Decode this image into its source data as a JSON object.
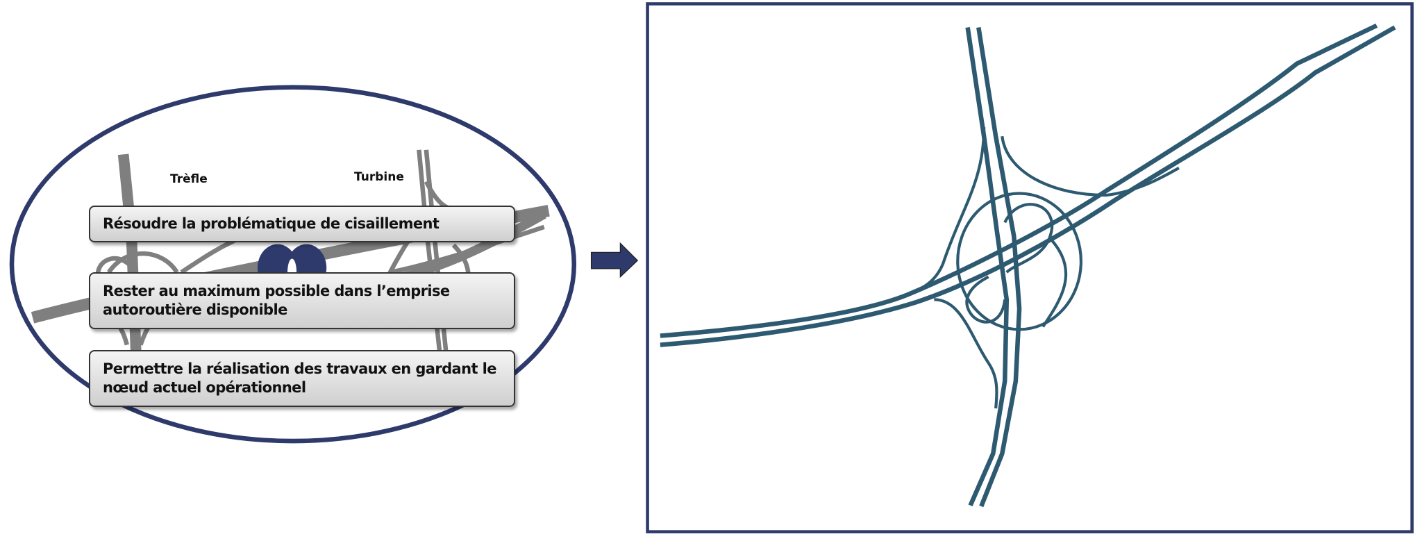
{
  "left_panel": {
    "label_trefle": "Trèfle",
    "label_turbine": "Turbine",
    "objectives": [
      "Résoudre la problématique de cisaillement",
      "Rester au maximum possible dans l’emprise autoroutière disponible",
      "Permettre la réalisation des travaux en gardant le nœud actuel opérationnel"
    ]
  },
  "colors": {
    "ellipse": "#2d3a6b",
    "road_gray": "#7f7f7f",
    "road_blue": "#2d5a70",
    "frame": "#2d3a6b"
  }
}
